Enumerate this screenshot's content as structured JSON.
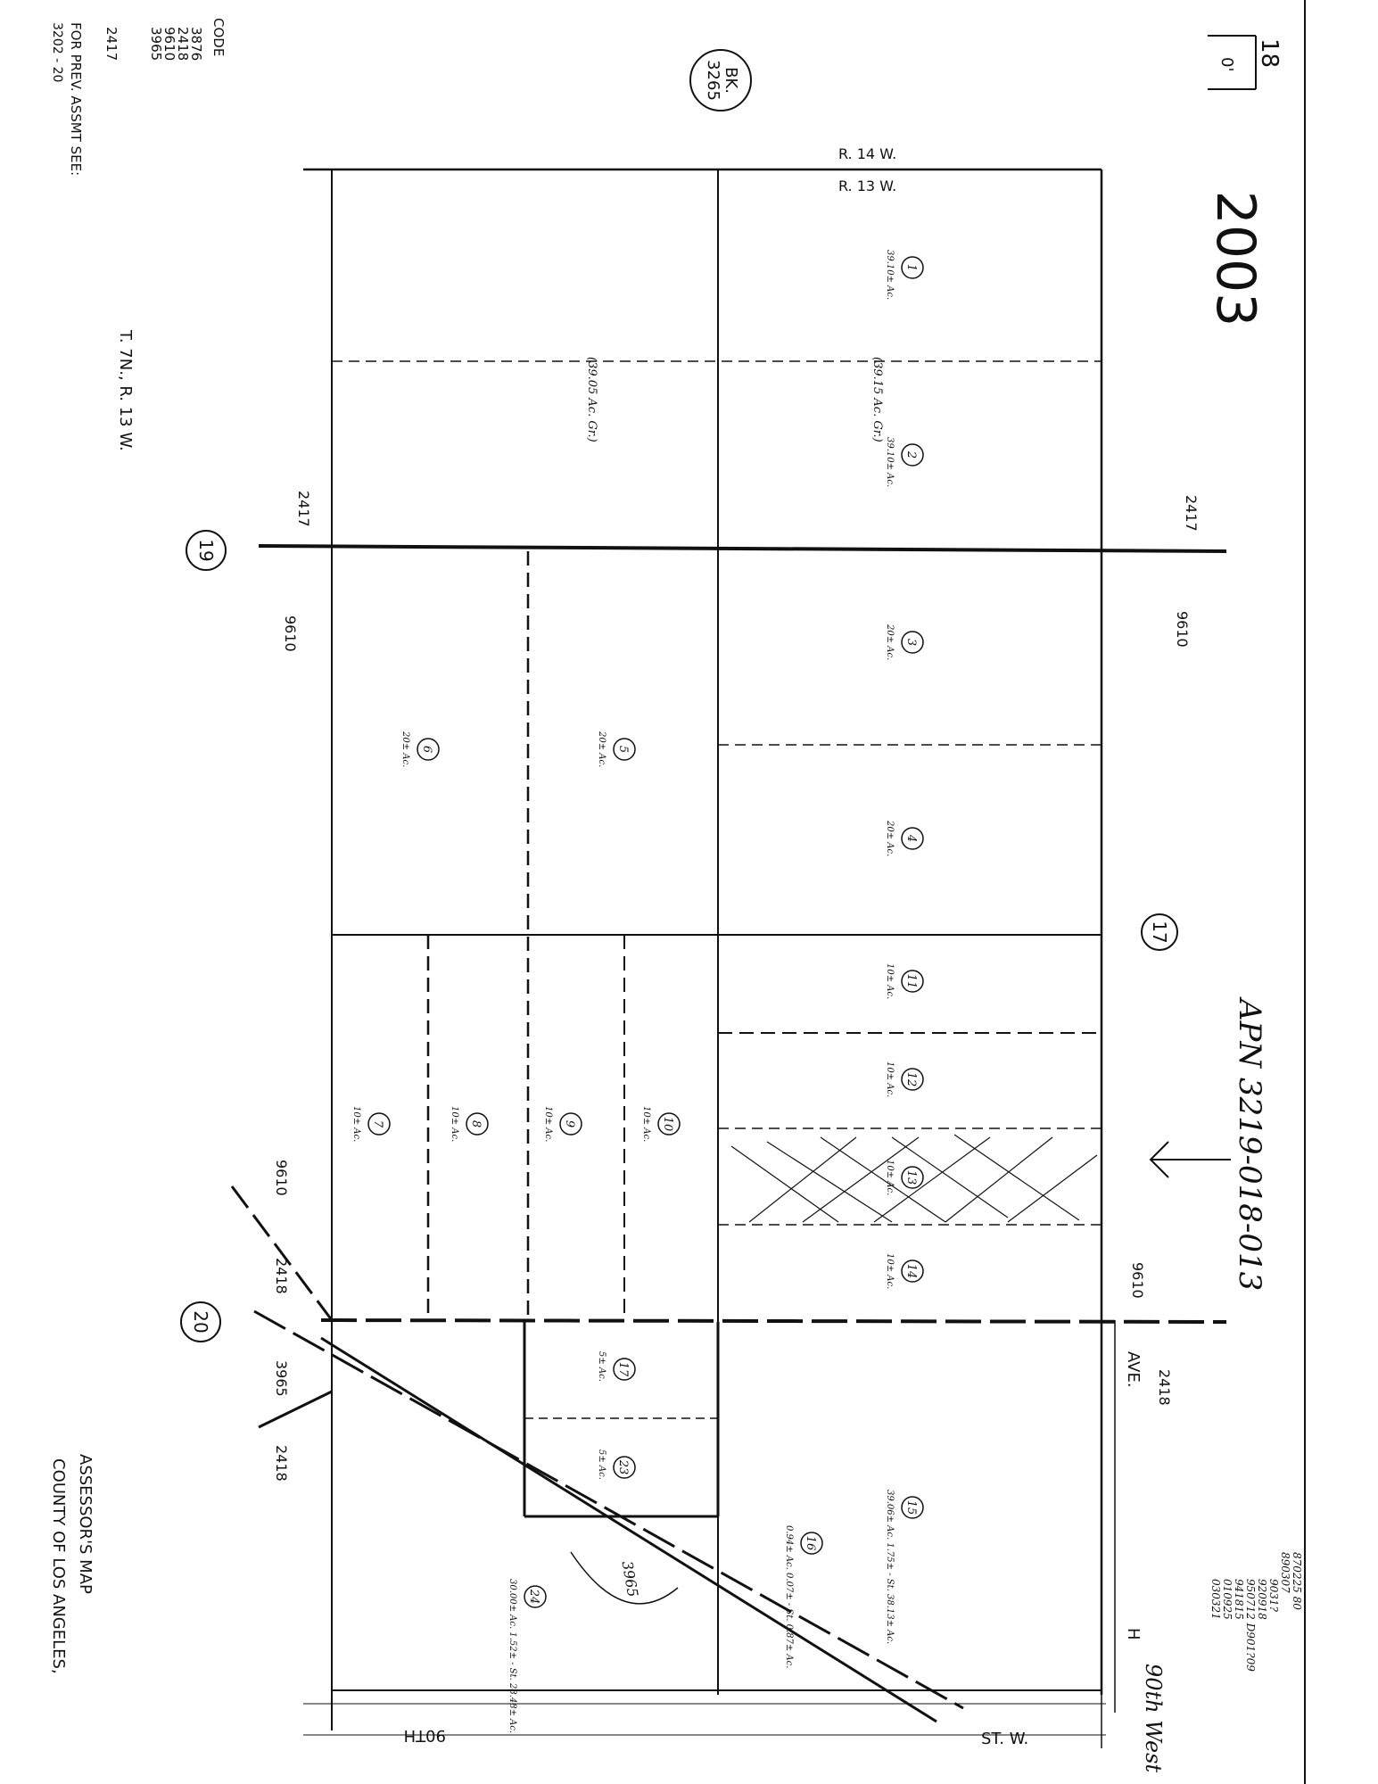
{
  "page": {
    "page_number": "18",
    "scale_note": "0'",
    "map_year": "2003",
    "book_ref": {
      "line1": "BK.",
      "line2": "3265"
    },
    "range_top": "R. 14 W.",
    "range_bottom": "R. 13 W.",
    "township": "T. 7N., R. 13 W.",
    "code": {
      "label": "CODE",
      "values": [
        "3876",
        "2418",
        "9610",
        "3965"
      ],
      "extra": "2417"
    },
    "prev_assmt": {
      "label": "FOR PREV. ASSMT SEE:",
      "value": "3202 - 20"
    },
    "title": {
      "line1": "ASSESSOR'S MAP",
      "line2": "COUNTY OF LOS ANGELES,"
    },
    "apn_note": "APN 3219-018-013",
    "revision_numbers": [
      "870225 80",
      "890307",
      "9031?",
      "920918",
      "950712 D901?09",
      "941815",
      "010925",
      "030321"
    ],
    "handwritten_street": "90th West"
  },
  "map": {
    "section_numbers": [
      "17",
      "19",
      "20"
    ],
    "tax_codes": {
      "top_left": "2417",
      "top_right": "9610",
      "right_lower": "2418",
      "bottom_left": "2417",
      "bottom_right": "9610",
      "diag_a": "9610",
      "diag_b": "2418",
      "diag_c": "3965",
      "diag_d": "2418"
    },
    "streets": {
      "ave": "AVE.",
      "st_w": "ST. W.",
      "st_90th": "90TH",
      "h": "H"
    },
    "parcels": [
      {
        "num": "1",
        "area": "39.10± Ac."
      },
      {
        "num": "2",
        "area": "39.10± Ac."
      },
      {
        "num": "3",
        "area": "20± Ac."
      },
      {
        "num": "4",
        "area": "20± Ac."
      },
      {
        "num": "5",
        "area": "20± Ac."
      },
      {
        "num": "6",
        "area": "20± Ac."
      },
      {
        "num": "7",
        "area": "10± Ac."
      },
      {
        "num": "8",
        "area": "10± Ac."
      },
      {
        "num": "9",
        "area": "10± Ac."
      },
      {
        "num": "10",
        "area": "10± Ac."
      },
      {
        "num": "11",
        "area": "10± Ac."
      },
      {
        "num": "12",
        "area": "10± Ac."
      },
      {
        "num": "13",
        "area": "10± Ac."
      },
      {
        "num": "14",
        "area": "10± Ac."
      },
      {
        "num": "15",
        "area": "39.06± Ac. 1.75± - St. 38.13± Ac."
      },
      {
        "num": "16",
        "area": "0.94± Ac. 0.07± - St. 0.87± Ac."
      },
      {
        "num": "17",
        "area": "5± Ac."
      },
      {
        "num": "23",
        "area": "5± Ac."
      },
      {
        "num": "24",
        "area": "30.00± Ac. 1.52± - St. 28.48± Ac."
      }
    ],
    "gross_areas": [
      "(39.15 Ac. Gr.)",
      "(39.05 Ac. Gr.)"
    ],
    "road_label": "3965"
  }
}
